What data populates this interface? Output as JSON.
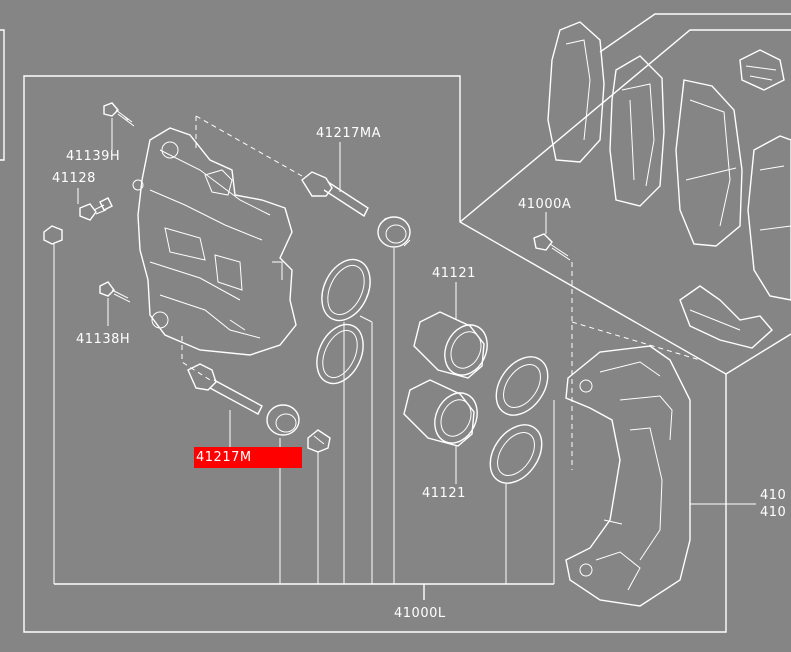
{
  "highlight_color": "#ff0000",
  "background_color": "#858585",
  "line_color": "#ffffff",
  "parts": {
    "p41139H": "41139H",
    "p41128": "41128",
    "p41138H": "41138H",
    "p41217MA": "41217MA",
    "p41000A": "41000A",
    "p41121_top": "41121",
    "p41121_bottom": "41121",
    "p41217M": "41217M",
    "p41000L": "41000L",
    "right_1": "410",
    "right_2": "410"
  }
}
